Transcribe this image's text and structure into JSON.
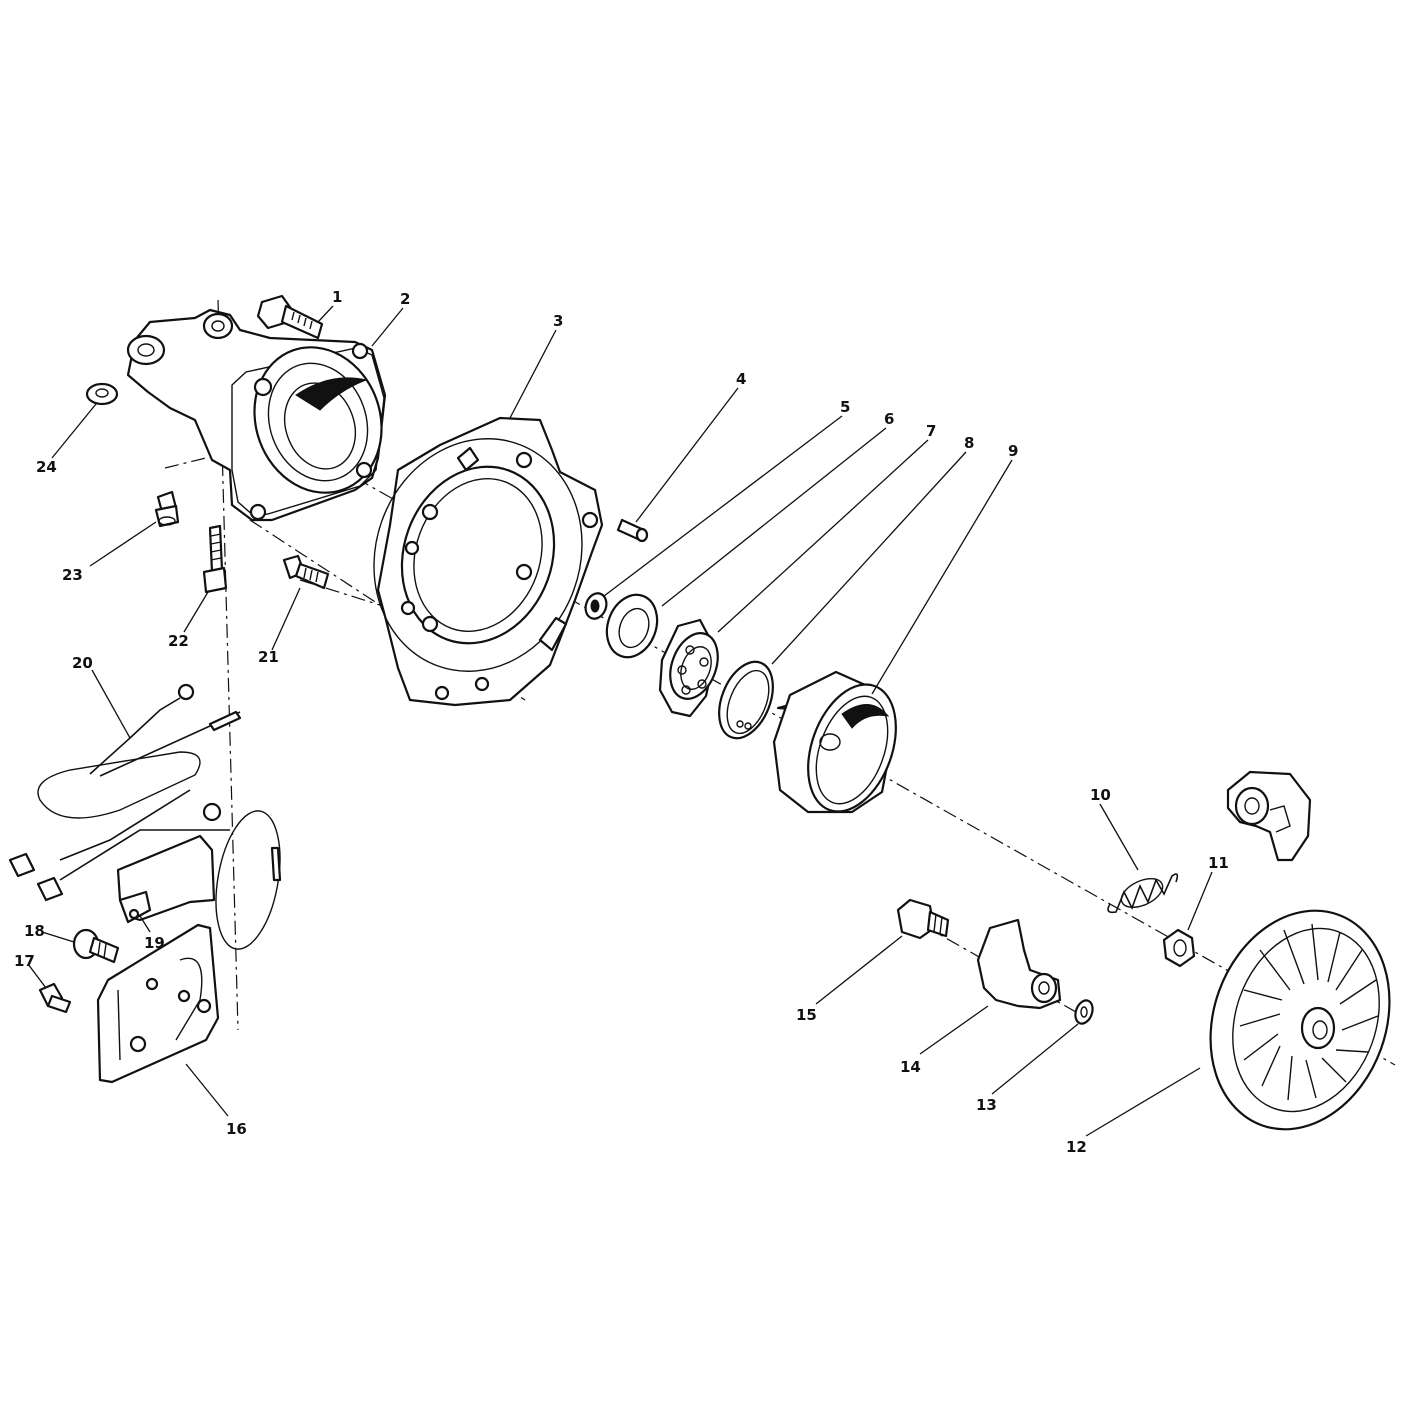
{
  "diagram": {
    "type": "exploded-parts-view",
    "line_color": "#111111",
    "background": "#ffffff",
    "callouts": [
      {
        "id": "p1",
        "label": "1"
      },
      {
        "id": "p2",
        "label": "2"
      },
      {
        "id": "p3",
        "label": "3"
      },
      {
        "id": "p4",
        "label": "4"
      },
      {
        "id": "p5",
        "label": "5"
      },
      {
        "id": "p6",
        "label": "6"
      },
      {
        "id": "p7",
        "label": "7"
      },
      {
        "id": "p8",
        "label": "8"
      },
      {
        "id": "p9",
        "label": "9"
      },
      {
        "id": "p10",
        "label": "10"
      },
      {
        "id": "p11",
        "label": "11"
      },
      {
        "id": "p12",
        "label": "12"
      },
      {
        "id": "p13",
        "label": "13"
      },
      {
        "id": "p14",
        "label": "14"
      },
      {
        "id": "p15",
        "label": "15"
      },
      {
        "id": "p16",
        "label": "16"
      },
      {
        "id": "p17",
        "label": "17"
      },
      {
        "id": "p18",
        "label": "18"
      },
      {
        "id": "p19",
        "label": "19"
      },
      {
        "id": "p20",
        "label": "20"
      },
      {
        "id": "p21",
        "label": "21"
      },
      {
        "id": "p22",
        "label": "22"
      },
      {
        "id": "p23",
        "label": "23"
      },
      {
        "id": "p24",
        "label": "24"
      }
    ]
  }
}
